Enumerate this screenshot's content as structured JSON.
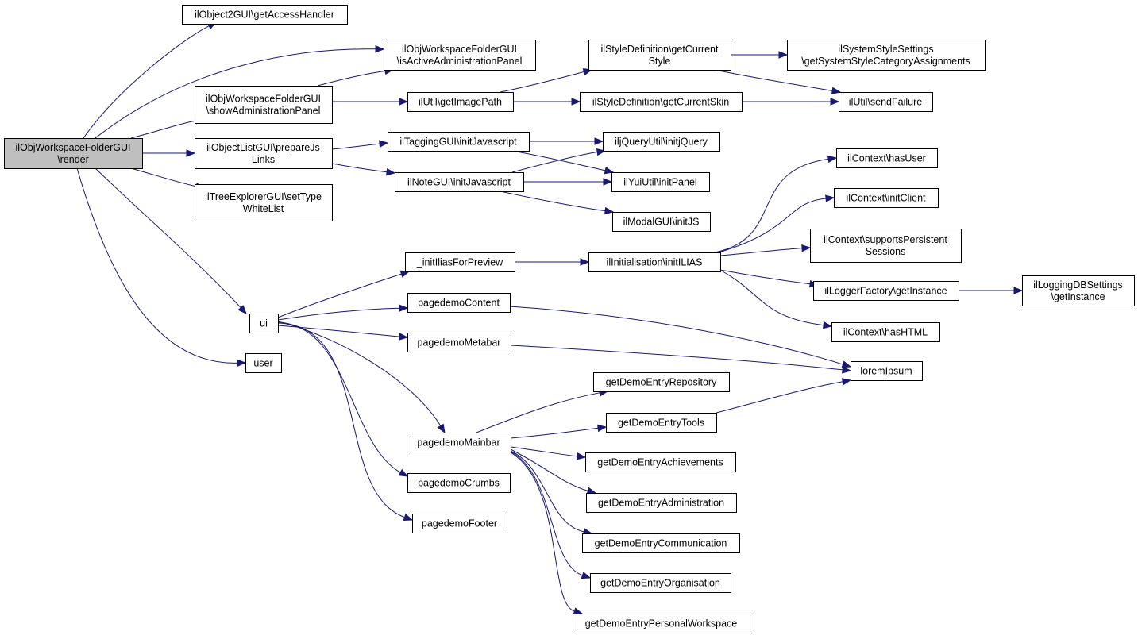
{
  "graph": {
    "nodes": [
      {
        "id": "render",
        "lines": [
          "ilObjWorkspaceFolderGUI",
          "\\render"
        ],
        "root": true
      },
      {
        "id": "getAccessHandler",
        "lines": [
          "ilObject2GUI\\getAccessHandler"
        ]
      },
      {
        "id": "isActiveAdmin",
        "lines": [
          "ilObjWorkspaceFolderGUI",
          "\\isActiveAdministrationPanel"
        ]
      },
      {
        "id": "showAdmin",
        "lines": [
          "ilObjWorkspaceFolderGUI",
          "\\showAdministrationPanel"
        ]
      },
      {
        "id": "prepareJs",
        "lines": [
          "ilObjectListGUI\\prepareJs",
          "Links"
        ]
      },
      {
        "id": "setTypeWhiteList",
        "lines": [
          "ilTreeExplorerGUI\\setType",
          "WhiteList"
        ]
      },
      {
        "id": "ui",
        "lines": [
          "ui"
        ]
      },
      {
        "id": "user",
        "lines": [
          "user"
        ]
      },
      {
        "id": "getImagePath",
        "lines": [
          "ilUtil\\getImagePath"
        ]
      },
      {
        "id": "taggingInit",
        "lines": [
          "ilTaggingGUI\\initJavascript"
        ]
      },
      {
        "id": "noteInit",
        "lines": [
          "ilNoteGUI\\initJavascript"
        ]
      },
      {
        "id": "getCurrentStyle",
        "lines": [
          "ilStyleDefinition\\getCurrent",
          "Style"
        ]
      },
      {
        "id": "getCurrentSkin",
        "lines": [
          "ilStyleDefinition\\getCurrentSkin"
        ]
      },
      {
        "id": "systemStyle",
        "lines": [
          "ilSystemStyleSettings",
          "\\getSystemStyleCategoryAssignments"
        ]
      },
      {
        "id": "sendFailure",
        "lines": [
          "ilUtil\\sendFailure"
        ]
      },
      {
        "id": "initjQuery",
        "lines": [
          "iljQueryUtil\\initjQuery"
        ]
      },
      {
        "id": "initPanel",
        "lines": [
          "ilYuiUtil\\initPanel"
        ]
      },
      {
        "id": "initJS",
        "lines": [
          "ilModalGUI\\initJS"
        ]
      },
      {
        "id": "initIliasPreview",
        "lines": [
          "_initIliasForPreview"
        ]
      },
      {
        "id": "initILIAS",
        "lines": [
          "ilInitialisation\\initILIAS"
        ]
      },
      {
        "id": "hasUser",
        "lines": [
          "ilContext\\hasUser"
        ]
      },
      {
        "id": "initClient",
        "lines": [
          "ilContext\\initClient"
        ]
      },
      {
        "id": "supportsPersistent",
        "lines": [
          "ilContext\\supportsPersistent",
          "Sessions"
        ]
      },
      {
        "id": "loggerFactory",
        "lines": [
          "ilLoggerFactory\\getInstance"
        ]
      },
      {
        "id": "loggingDB",
        "lines": [
          "ilLoggingDBSettings",
          "\\getInstance"
        ]
      },
      {
        "id": "hasHTML",
        "lines": [
          "ilContext\\hasHTML"
        ]
      },
      {
        "id": "pdContent",
        "lines": [
          "pagedemoContent"
        ]
      },
      {
        "id": "pdMetabar",
        "lines": [
          "pagedemoMetabar"
        ]
      },
      {
        "id": "loremIpsum",
        "lines": [
          "loremIpsum"
        ]
      },
      {
        "id": "pdMainbar",
        "lines": [
          "pagedemoMainbar"
        ]
      },
      {
        "id": "pdCrumbs",
        "lines": [
          "pagedemoCrumbs"
        ]
      },
      {
        "id": "pdFooter",
        "lines": [
          "pagedemoFooter"
        ]
      },
      {
        "id": "gdeRepository",
        "lines": [
          "getDemoEntryRepository"
        ]
      },
      {
        "id": "gdeTools",
        "lines": [
          "getDemoEntryTools"
        ]
      },
      {
        "id": "gdeAchievements",
        "lines": [
          "getDemoEntryAchievements"
        ]
      },
      {
        "id": "gdeAdministration",
        "lines": [
          "getDemoEntryAdministration"
        ]
      },
      {
        "id": "gdeCommunication",
        "lines": [
          "getDemoEntryCommunication"
        ]
      },
      {
        "id": "gdeOrganisation",
        "lines": [
          "getDemoEntryOrganisation"
        ]
      },
      {
        "id": "gdePersonal",
        "lines": [
          "getDemoEntryPersonalWorkspace"
        ]
      }
    ],
    "edges": [
      [
        "render",
        "getAccessHandler"
      ],
      [
        "render",
        "isActiveAdmin"
      ],
      [
        "render",
        "showAdmin"
      ],
      [
        "render",
        "prepareJs"
      ],
      [
        "render",
        "setTypeWhiteList"
      ],
      [
        "render",
        "ui"
      ],
      [
        "render",
        "user"
      ],
      [
        "showAdmin",
        "isActiveAdmin"
      ],
      [
        "showAdmin",
        "getImagePath"
      ],
      [
        "getImagePath",
        "getCurrentStyle"
      ],
      [
        "getImagePath",
        "getCurrentSkin"
      ],
      [
        "getCurrentStyle",
        "systemStyle"
      ],
      [
        "getCurrentStyle",
        "sendFailure"
      ],
      [
        "getCurrentSkin",
        "sendFailure"
      ],
      [
        "prepareJs",
        "taggingInit"
      ],
      [
        "prepareJs",
        "noteInit"
      ],
      [
        "taggingInit",
        "initjQuery"
      ],
      [
        "taggingInit",
        "initPanel"
      ],
      [
        "noteInit",
        "initjQuery"
      ],
      [
        "noteInit",
        "initPanel"
      ],
      [
        "noteInit",
        "initJS"
      ],
      [
        "ui",
        "initIliasPreview"
      ],
      [
        "ui",
        "pdContent"
      ],
      [
        "ui",
        "pdMetabar"
      ],
      [
        "ui",
        "pdMainbar"
      ],
      [
        "ui",
        "pdCrumbs"
      ],
      [
        "ui",
        "pdFooter"
      ],
      [
        "initIliasPreview",
        "initILIAS"
      ],
      [
        "initILIAS",
        "hasUser"
      ],
      [
        "initILIAS",
        "initClient"
      ],
      [
        "initILIAS",
        "supportsPersistent"
      ],
      [
        "initILIAS",
        "loggerFactory"
      ],
      [
        "initILIAS",
        "hasHTML"
      ],
      [
        "loggerFactory",
        "loggingDB"
      ],
      [
        "pdContent",
        "loremIpsum"
      ],
      [
        "pdMetabar",
        "loremIpsum"
      ],
      [
        "pdMainbar",
        "gdeRepository"
      ],
      [
        "pdMainbar",
        "gdeTools"
      ],
      [
        "pdMainbar",
        "gdeAchievements"
      ],
      [
        "pdMainbar",
        "gdeAdministration"
      ],
      [
        "pdMainbar",
        "gdeCommunication"
      ],
      [
        "pdMainbar",
        "gdeOrganisation"
      ],
      [
        "pdMainbar",
        "gdePersonal"
      ],
      [
        "gdeTools",
        "loremIpsum"
      ]
    ]
  }
}
